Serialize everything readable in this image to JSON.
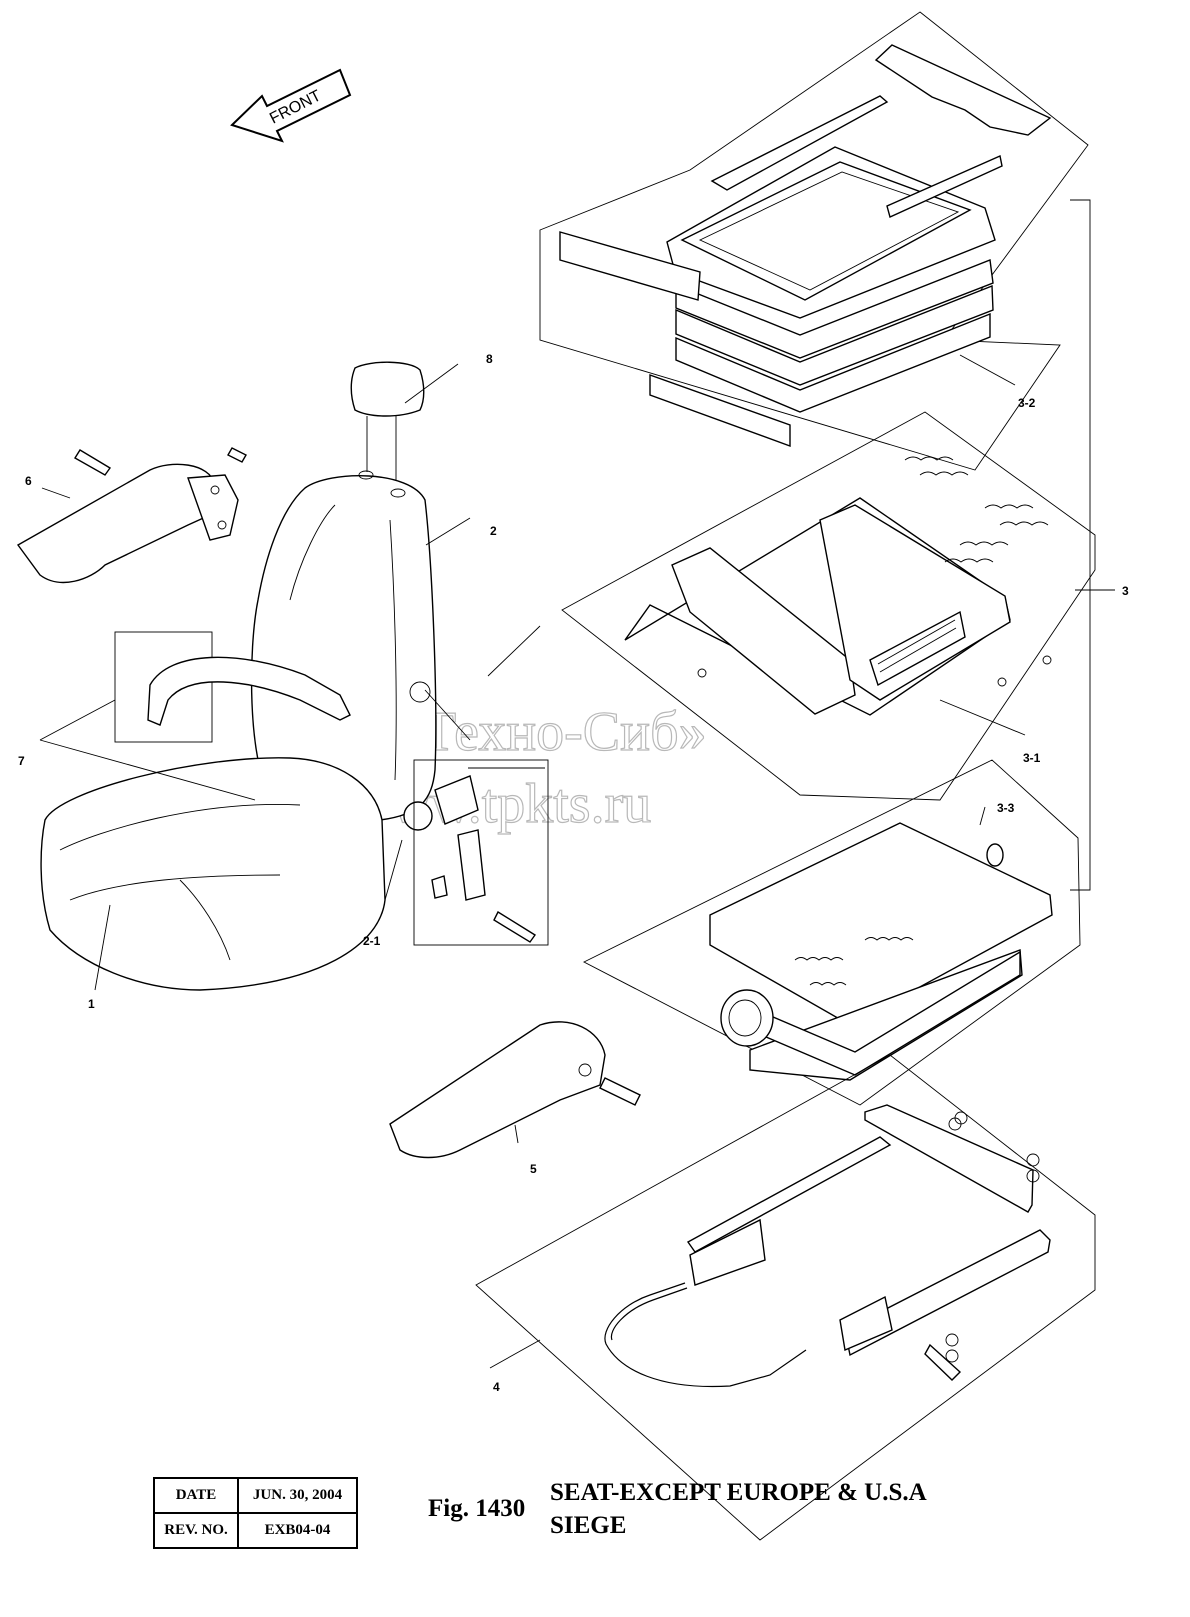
{
  "front_arrow": {
    "label": "FRONT"
  },
  "callouts": {
    "c1": "1",
    "c2": "2",
    "c2_1": "2-1",
    "c3": "3",
    "c3_1": "3-1",
    "c3_2": "3-2",
    "c3_3": "3-3",
    "c4": "4",
    "c5": "5",
    "c6": "6",
    "c7": "7",
    "c8": "8"
  },
  "watermark": {
    "line1": "ТПК «Техно-Сиб»",
    "line2": "www.tpkts.ru"
  },
  "info_table": {
    "date_label": "DATE",
    "date_value": "JUN. 30, 2004",
    "rev_label": "REV. NO.",
    "rev_value": "EXB04-04"
  },
  "figure": {
    "number": "Fig. 1430",
    "title_line1": "SEAT-EXCEPT EUROPE & U.S.A",
    "title_line2": "SIEGE"
  }
}
